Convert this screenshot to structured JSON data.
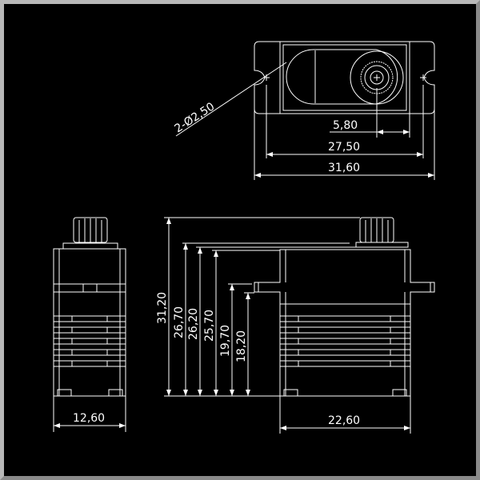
{
  "top_view": {
    "hole_callout": "2-Ø2,50",
    "dim_spline_offset": "5,80",
    "dim_hole_spacing": "27,50",
    "dim_flange_length": "31,60"
  },
  "side_view": {
    "dim_width": "12,60"
  },
  "front_view": {
    "dim_total_height": "31,20",
    "dim_height_a": "26,70",
    "dim_height_b": "26,20",
    "dim_height_c": "25,70",
    "dim_flange_top": "19,70",
    "dim_flange_bottom": "18,20",
    "dim_body_length": "22,60"
  },
  "colors": {
    "line": "#ffffff",
    "background": "#000000",
    "frame": "#8a8a8a"
  }
}
